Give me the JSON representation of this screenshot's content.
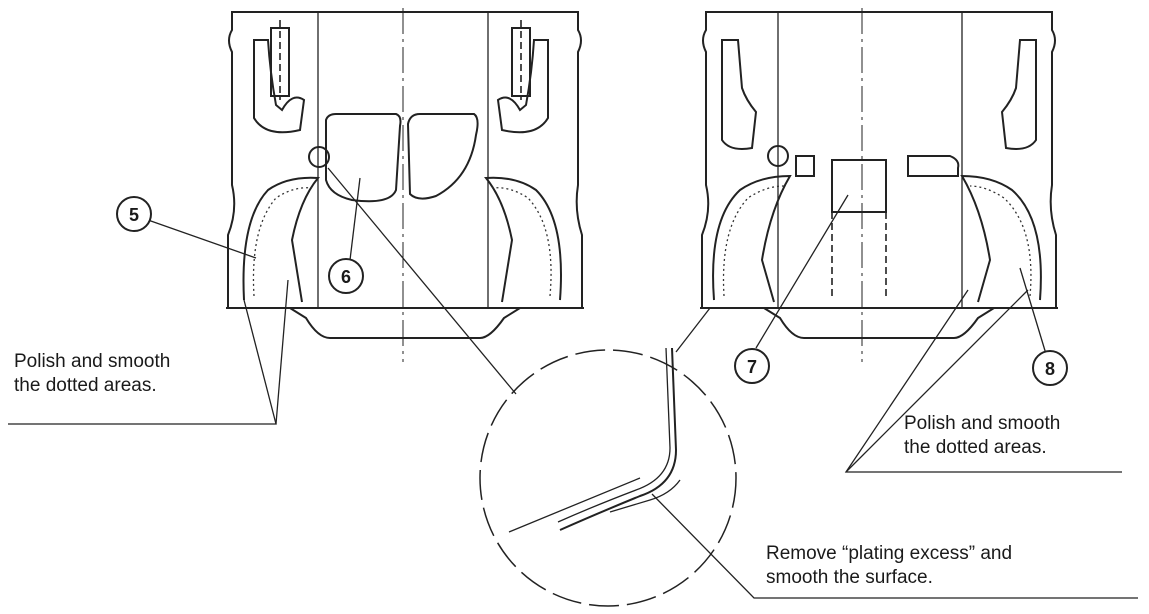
{
  "notes": {
    "left_polish": {
      "line1": "Polish and smooth",
      "line2": "the dotted areas."
    },
    "right_polish": {
      "line1": "Polish and smooth",
      "line2": "the dotted areas."
    },
    "plating": {
      "line1": "Remove “plating excess” and",
      "line2": "smooth the surface."
    }
  },
  "callouts": [
    "5",
    "6",
    "7",
    "8"
  ],
  "colors": {
    "ink": "#222222",
    "paper": "#ffffff"
  }
}
